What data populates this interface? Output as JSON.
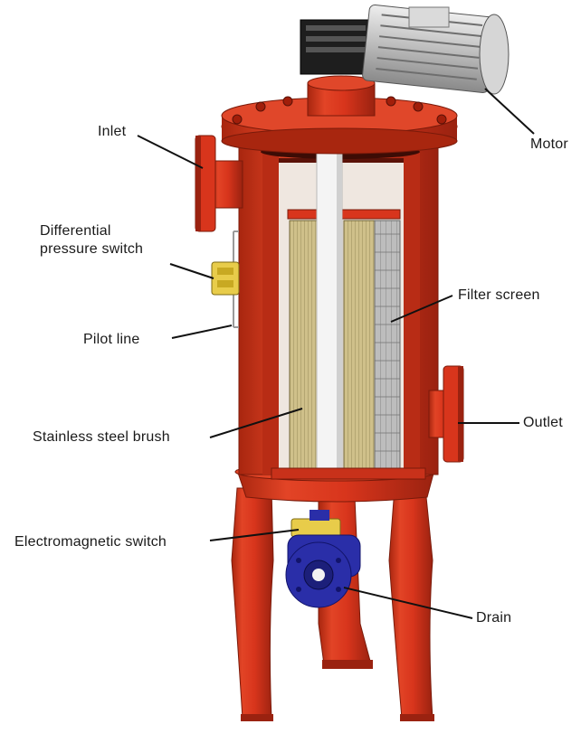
{
  "diagram": {
    "labels": {
      "inlet": "Inlet",
      "motor": "Motor",
      "differential_pressure_switch_line1": "Differential",
      "differential_pressure_switch_line2": "pressure switch",
      "pilot_line": "Pilot line",
      "filter_screen": "Filter screen",
      "stainless_steel_brush": "Stainless steel brush",
      "outlet": "Outlet",
      "electromagnetic_switch": "Electromagnetic switch",
      "drain": "Drain"
    },
    "colors": {
      "housing": "#d8351c",
      "housing_dark": "#9a2210",
      "housing_light": "#ef5a3a",
      "motor_body": "#c8c8c8",
      "motor_dark": "#1e1e1e",
      "screen": "#c9c0a6",
      "brush": "#d9c98a",
      "valve": "#2a2ea8",
      "switch": "#e8cc4a"
    }
  }
}
